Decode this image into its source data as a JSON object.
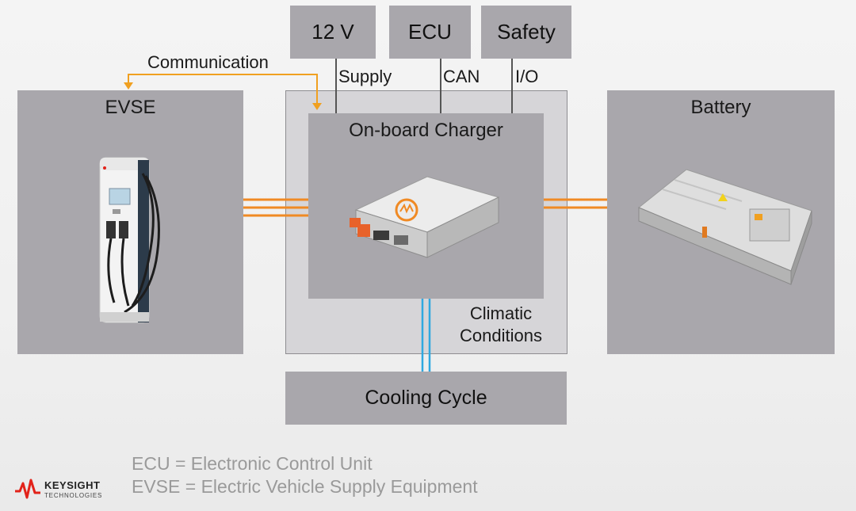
{
  "top_boxes": {
    "v12": "12 V",
    "ecu": "ECU",
    "safety": "Safety"
  },
  "top_labels": {
    "supply": "Supply",
    "can": "CAN",
    "io": "I/O"
  },
  "communication": "Communication",
  "evse": {
    "title": "EVSE"
  },
  "charger": {
    "title": "On-board Charger"
  },
  "battery": {
    "title": "Battery"
  },
  "climatic": {
    "line1": "Climatic",
    "line2": "Conditions"
  },
  "cooling": "Cooling Cycle",
  "legend": {
    "ecu": "ECU = Electronic Control Unit",
    "evse": "EVSE = Electric Vehicle Supply Equipment"
  },
  "logo": {
    "name": "KEYSIGHT",
    "sub": "TECHNOLOGIES",
    "color": "#e2231a"
  },
  "colors": {
    "power_lines": "#f08a24",
    "comm_line": "#f0a020",
    "cooling_lines": "#2fa8e0",
    "box": "#a9a7ac",
    "outer_frame": "#d6d5d8"
  }
}
